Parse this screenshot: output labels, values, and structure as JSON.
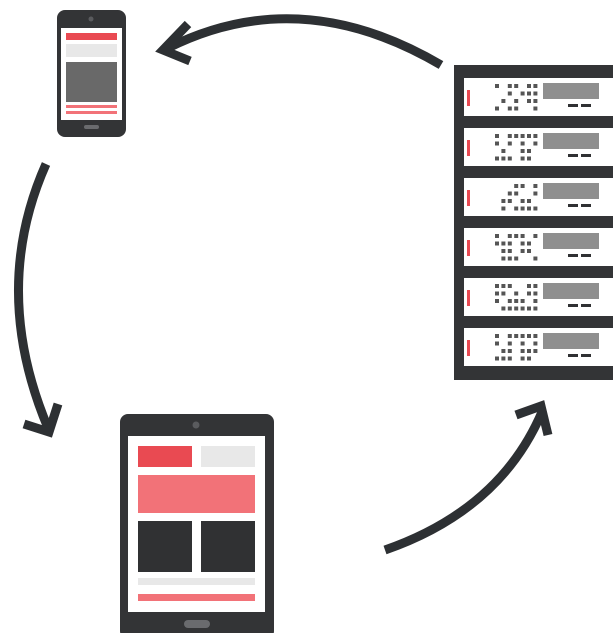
{
  "diagram": {
    "nodes": [
      {
        "id": "phone",
        "kind": "smartphone",
        "icon": "smartphone-icon"
      },
      {
        "id": "server",
        "kind": "server-rack",
        "icon": "server-rack-icon",
        "units": 6
      },
      {
        "id": "tablet",
        "kind": "tablet",
        "icon": "tablet-icon"
      }
    ],
    "edges": [
      {
        "from": "server",
        "to": "phone"
      },
      {
        "from": "phone",
        "to": "tablet"
      },
      {
        "from": "tablet",
        "to": "server"
      }
    ],
    "colors": {
      "device_body": "#333436",
      "screen": "#ffffff",
      "accent_red": "#e94a52",
      "accent_pink": "#f27278",
      "light_gray": "#e8e8e8",
      "mid_gray": "#696969",
      "panel_gray": "#8f8f8f",
      "dark_block": "#303133",
      "arrow": "#2d3033",
      "dot": "#555555"
    }
  }
}
